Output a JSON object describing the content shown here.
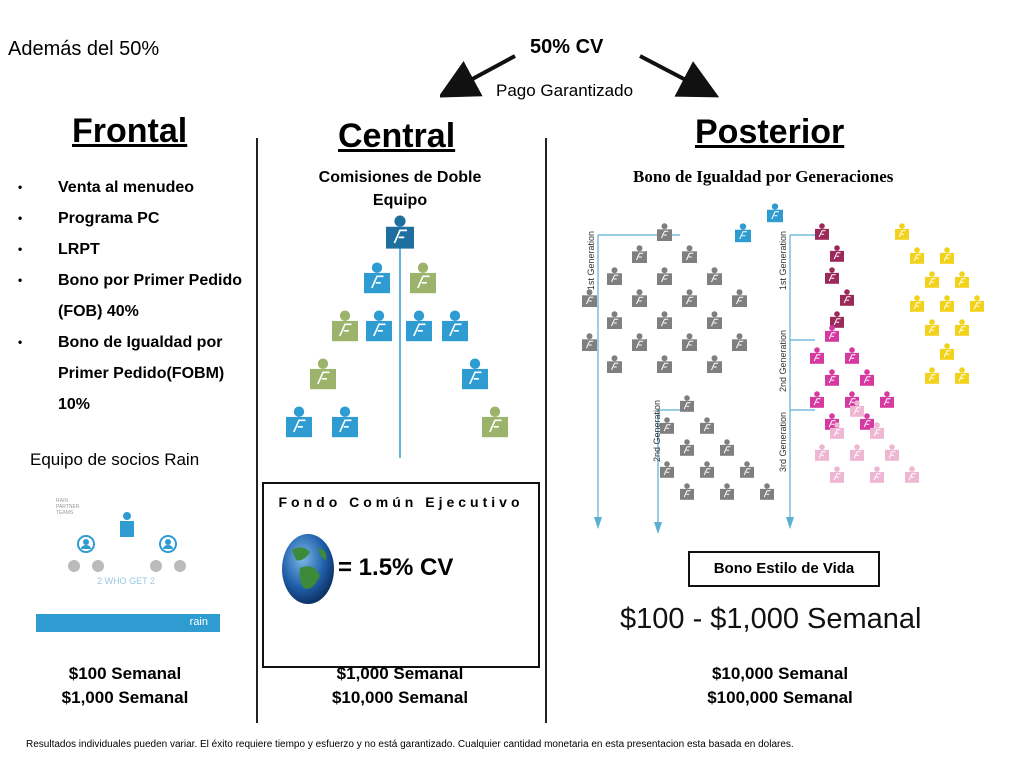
{
  "header": {
    "additional": "Además del 50%",
    "cv": "50% CV",
    "guaranteed": "Pago Garantizado"
  },
  "frontal": {
    "title": "Frontal",
    "items": [
      "Venta al menudeo",
      "Programa PC",
      "LRPT",
      "Bono por Primer Pedido (FOB) 40%",
      "Bono de Igualdad por Primer Pedido(FOBM) 10%"
    ],
    "team_title": "Equipo de socios Rain",
    "card_top": "RAIN PARTNER TEAMS",
    "card_middle": "2 WHO GET 2",
    "card_brand": "rain",
    "earn1": "$100 Semanal",
    "earn2": "$1,000 Semanal"
  },
  "central": {
    "title": "Central",
    "subtitle": "Comisiones de Doble Equipo",
    "fund_title": "Fondo Común Ejecutivo",
    "fund_value": "= 1.5% CV",
    "earn1": "$1,000 Semanal",
    "earn2": "$10,000 Semanal"
  },
  "posterior": {
    "title": "Posterior",
    "subtitle": "Bono de Igualdad por Generaciones",
    "gen1": "1st Generation",
    "gen2": "2nd Generation",
    "gen3": "3rd Generation",
    "lifestyle": "Bono Estilo de Vida",
    "range": "$100 - $1,000 Semanal",
    "earn1": "$10,000 Semanal",
    "earn2": "$100,000 Semanal"
  },
  "footer": {
    "disclaimer": "Resultados individuales pueden variar. El éxito requiere tiempo y esfuerzo y no está garantizado. Cualquier cantidad monetaria en esta presentacion esta basada en dolares."
  },
  "colors": {
    "blue": "#2e9bd1",
    "dark_blue": "#1e6fa0",
    "green": "#9bb36a",
    "gray": "#7f7f7f",
    "maroon": "#9b2a5a",
    "magenta": "#d63aa0",
    "pink": "#efb6d3",
    "yellow": "#f2d21a"
  }
}
